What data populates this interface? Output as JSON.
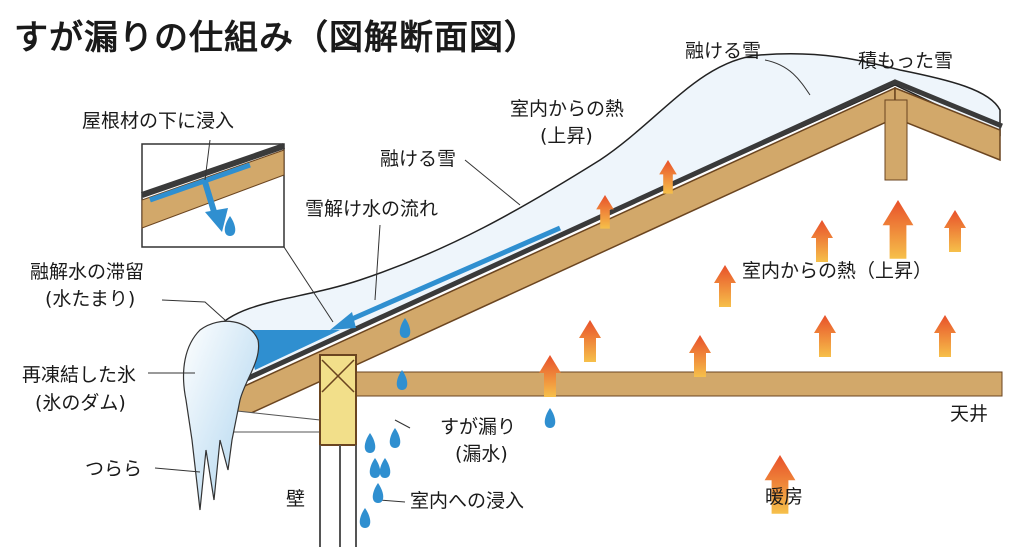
{
  "title": "すが漏りの仕組み（図解断面図）",
  "labels": {
    "melting_snow_top": "融ける雪",
    "accumulated_snow": "積もった雪",
    "indoor_heat_top_1": "室内からの熱",
    "indoor_heat_top_2": "(上昇)",
    "under_roofing": "屋根材の下に浸入",
    "melting_snow_mid": "融ける雪",
    "meltwater_flow": "雪解け水の流れ",
    "pooling_1": "融解水の滞留",
    "pooling_2": "(水たまり)",
    "indoor_heat_right": "室内からの熱（上昇）",
    "refrozen_ice_1": "再凍結した氷",
    "refrozen_ice_2": "(氷のダム)",
    "ceiling": "天井",
    "leak_1": "すが漏り",
    "leak_2": "(漏水)",
    "icicles": "つらら",
    "wall": "壁",
    "indoor_intrusion": "室内への浸入",
    "heating": "暖房"
  },
  "colors": {
    "wood": "#d2a86a",
    "wood_dark": "#8a5a2b",
    "water": "#2f8fd0",
    "snow": "#eef5fb",
    "heat": "#f07a2a"
  }
}
